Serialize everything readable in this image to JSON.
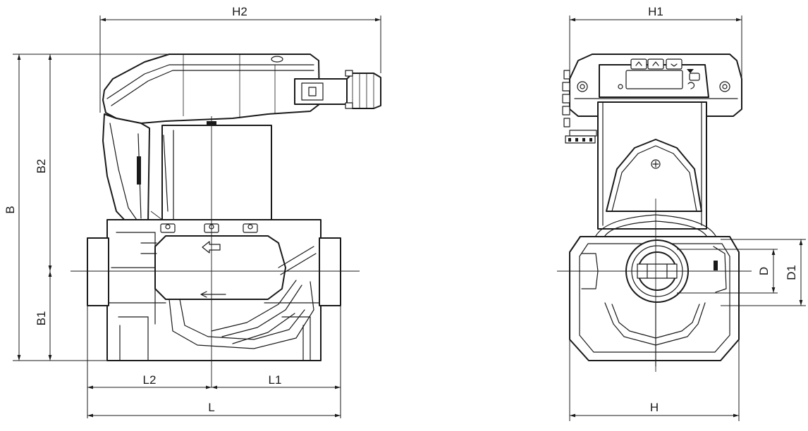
{
  "labels": {
    "H2": "H2",
    "H1": "H1",
    "B": "B",
    "B2": "B2",
    "B1": "B1",
    "L2": "L2",
    "L1": "L1",
    "L": "L",
    "H": "H",
    "D": "D",
    "D1": "D1"
  }
}
